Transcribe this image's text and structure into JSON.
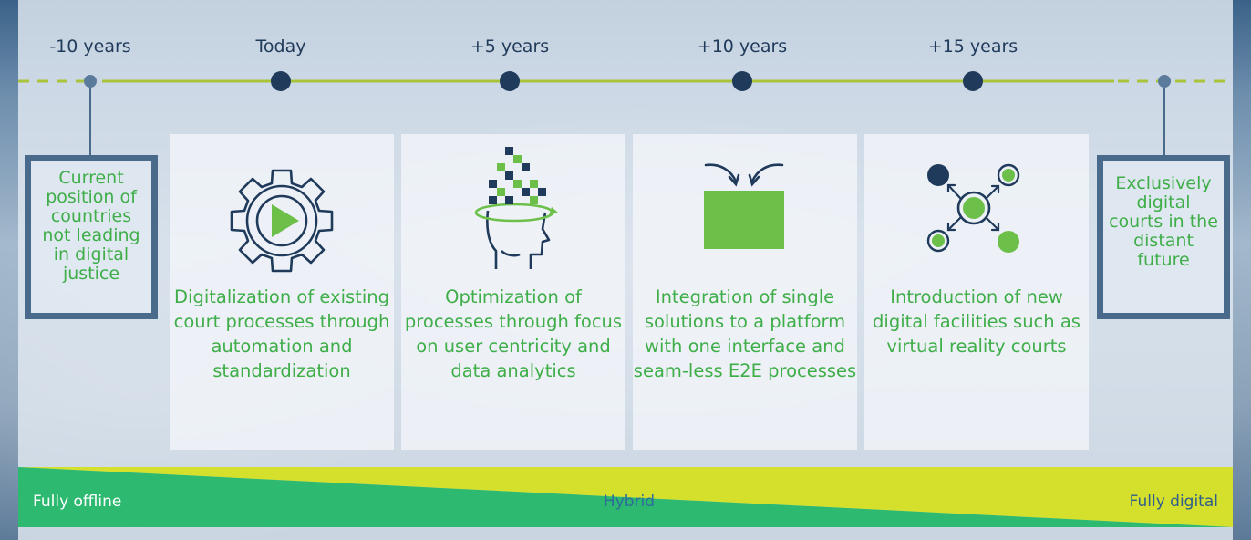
{
  "timeline": {
    "labels": [
      "-10 years",
      "Today",
      "+5 years",
      "+10 years",
      "+15 years"
    ]
  },
  "side_boxes": {
    "left": "Current position of countries not leading in digital justice",
    "right": "Exclusively digital courts in the distant future"
  },
  "cards": [
    {
      "icon": "gear-play-icon",
      "text": "Digitalization of existing court processes through automation and standardization"
    },
    {
      "icon": "head-pixels-icon",
      "text": "Optimization of processes through focus on user centricity and data analytics"
    },
    {
      "icon": "integration-arrows-icon",
      "text": "Integration of single solutions to a platform with one interface and seam-less E2E processes"
    },
    {
      "icon": "network-nodes-icon",
      "text": "Introduction of new digital facilities such as virtual reality courts"
    }
  ],
  "bar": {
    "left": "Fully offline",
    "center": "Hybrid",
    "right": "Fully digital"
  },
  "colors": {
    "navy": "#1f3a5a",
    "green": "#3fae49",
    "lime": "#a9c43a",
    "box_border": "#4a6a8c",
    "bar_green": "#2db96f",
    "bar_yellow": "#d4e02b"
  }
}
